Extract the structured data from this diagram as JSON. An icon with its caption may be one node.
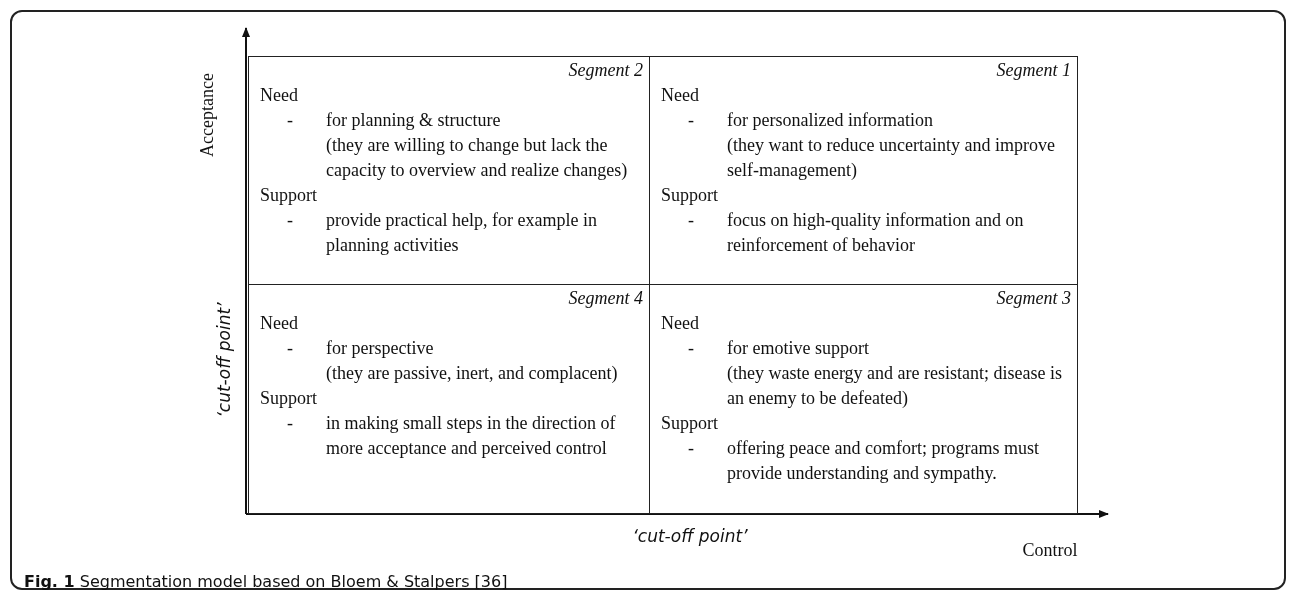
{
  "diagram": {
    "caption": "**Fig. 1** Segmentation model based on Bloem & Stalpers [36]",
    "nodes": [
      {
        "text": [
          "Segment 2",
          "Need",
          "-",
          "for planning & structure",
          "(they are willing to change but lack the capacity to overview and realize changes)",
          "Support",
          "-",
          "provide practical help, for example in planning activities"
        ]
      },
      {
        "text": [
          "Segment 1",
          "Need",
          "-",
          "for personalized information",
          "(they want to reduce uncertainty and improve self-management)",
          "Support",
          "-",
          "focus on high-quality information and on reinforcement of behavior"
        ]
      },
      {
        "text": [
          "Segment 4",
          "Need",
          "-",
          "for perspective",
          "(they are passive, inert, and complacent)",
          "Support",
          "-",
          "in making small steps in the direction of more acceptance and perceived control"
        ]
      },
      {
        "text": [
          "Segment 3",
          "Need",
          "-",
          "for emotive support",
          "(they waste energy and are resistant; disease is an enemy to be defeated)",
          "Support",
          "-",
          "offering peace and comfort; programs must provide understanding and sympathy."
        ]
      }
    ],
    "labels": [
      "Acceptance",
      "‘cut-off point’",
      "‘cut-off point’",
      "Control"
    ]
  }
}
